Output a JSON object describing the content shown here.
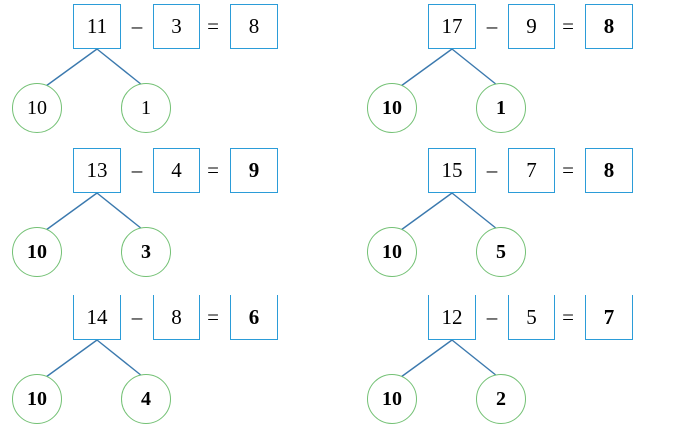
{
  "colors": {
    "box_border": "#2B9CD8",
    "circle_border": "#74C175",
    "line_color": "#3B79AE",
    "text_color": "#000000",
    "background": "#FFFFFF"
  },
  "worksheet": {
    "description": "subtraction-with-number-bonds worksheet",
    "problems": [
      {
        "minuend": "11",
        "operator": "–",
        "subtrahend": "3",
        "equals": "=",
        "answer": "8",
        "answer_bold": false,
        "branch_left": "10",
        "branch_right": "1",
        "branches_bold": false,
        "open_top": false
      },
      {
        "minuend": "17",
        "operator": "–",
        "subtrahend": "9",
        "equals": "=",
        "answer": "8",
        "answer_bold": true,
        "branch_left": "10",
        "branch_right": "1",
        "branches_bold": true,
        "open_top": false
      },
      {
        "minuend": "13",
        "operator": "–",
        "subtrahend": "4",
        "equals": "=",
        "answer": "9",
        "answer_bold": true,
        "branch_left": "10",
        "branch_right": "3",
        "branches_bold": true,
        "open_top": false
      },
      {
        "minuend": "15",
        "operator": "–",
        "subtrahend": "7",
        "equals": "=",
        "answer": "8",
        "answer_bold": true,
        "branch_left": "10",
        "branch_right": "5",
        "branches_bold": true,
        "open_top": false
      },
      {
        "minuend": "14",
        "operator": "–",
        "subtrahend": "8",
        "equals": "=",
        "answer": "6",
        "answer_bold": true,
        "branch_left": "10",
        "branch_right": "4",
        "branches_bold": true,
        "open_top": true
      },
      {
        "minuend": "12",
        "operator": "–",
        "subtrahend": "5",
        "equals": "=",
        "answer": "7",
        "answer_bold": true,
        "branch_left": "10",
        "branch_right": "2",
        "branches_bold": true,
        "open_top": true
      }
    ]
  }
}
